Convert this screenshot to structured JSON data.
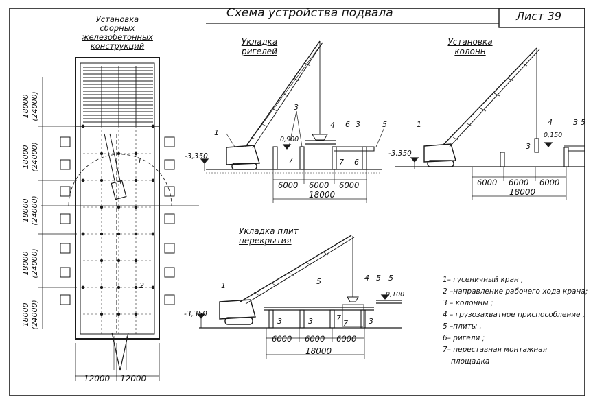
{
  "header": {
    "title": "Схема устройства подвала",
    "sheet_label": "Лист 39"
  },
  "left_panel": {
    "title_line1": "Установка",
    "title_line2": "сборных",
    "title_line3": "железобетонных",
    "title_line4": "конструкций",
    "spans": [
      "18000",
      "(24000)"
    ],
    "bottom_dims": [
      "12000",
      "12000"
    ],
    "path_marks": [
      "1",
      "2"
    ]
  },
  "beams_view": {
    "title_line1": "Укладка",
    "title_line2": "ригелей",
    "level_left": "-3,350",
    "level_right": "0,900",
    "labels": [
      "1",
      "3",
      "4",
      "6",
      "3",
      "5",
      "7",
      "7",
      "6"
    ],
    "dims": [
      "6000",
      "6000",
      "6000",
      "18000"
    ]
  },
  "columns_view": {
    "title_line1": "Установка",
    "title_line2": "колонн",
    "level_left": "-3,350",
    "level_right": "0,150",
    "labels": [
      "1",
      "4",
      "3",
      "3",
      "5"
    ],
    "dims": [
      "6000",
      "6000",
      "6000",
      "18000"
    ]
  },
  "slabs_view": {
    "title_line1": "Укладка плит",
    "title_line2": "перекрытия",
    "level_left": "-3,350",
    "level_right": "0,100",
    "labels": [
      "1",
      "5",
      "4",
      "5",
      "5",
      "3",
      "3",
      "7",
      "7",
      "3"
    ],
    "dims": [
      "6000",
      "6000",
      "6000",
      "18000"
    ]
  },
  "legend": [
    "1– гусеничный кран ,",
    "2 –направление рабочего хода крана;",
    "3 – колонны ;",
    "4 – грузозахватное приспособление ,",
    "5 –плиты ,",
    "6– ригели ;",
    "7– переставная монтажная",
    "площадка"
  ]
}
